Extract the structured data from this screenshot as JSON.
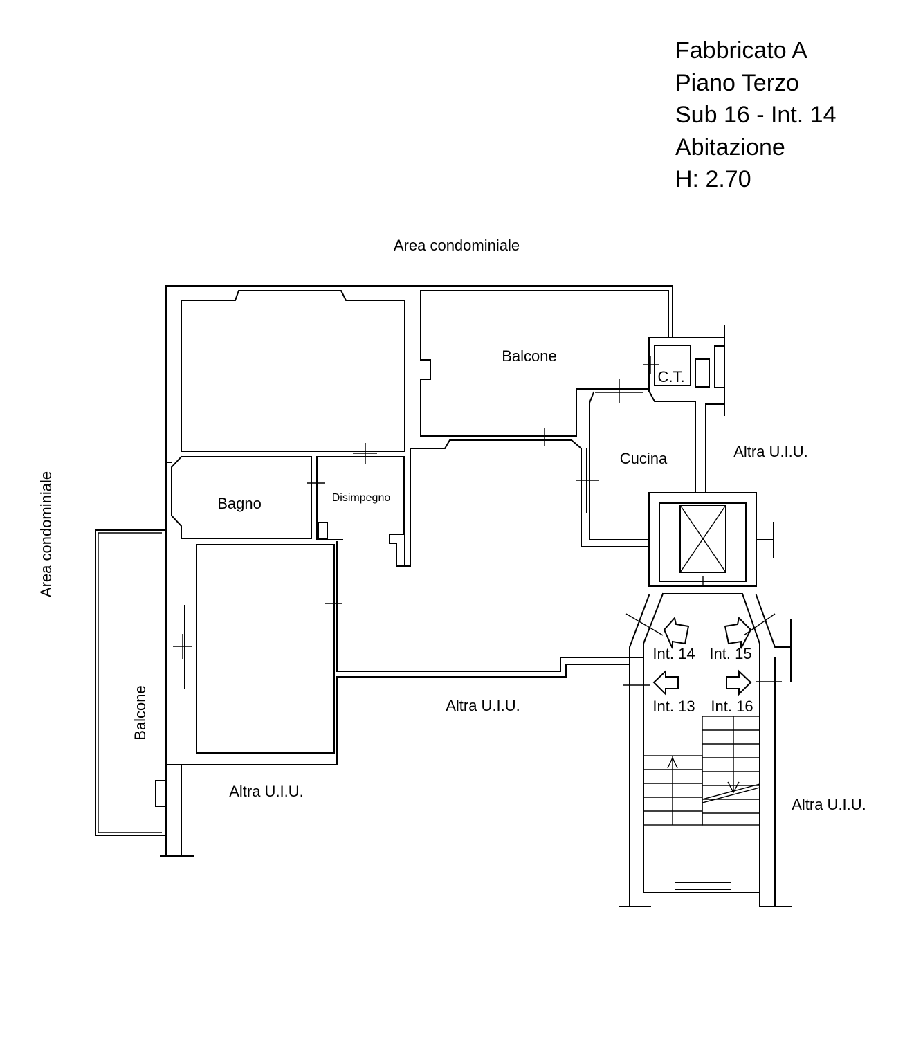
{
  "header": {
    "building": "Fabbricato A",
    "floor": "Piano Terzo",
    "unit": "Sub 16 - Int. 14",
    "use": "Abitazione",
    "height": "H: 2.70"
  },
  "labels": {
    "area_top": "Area condominiale",
    "area_left": "Area condominiale",
    "balcone_top": "Balcone",
    "balcone_left": "Balcone",
    "ct": "C.T.",
    "cucina": "Cucina",
    "bagno": "Bagno",
    "disimpegno": "Disimpegno",
    "altra_uiu_right_top": "Altra U.I.U.",
    "altra_uiu_center": "Altra U.I.U.",
    "altra_uiu_bottom_left": "Altra U.I.U.",
    "altra_uiu_right_bottom": "Altra U.I.U.",
    "int_14": "Int. 14",
    "int_15": "Int. 15",
    "int_13": "Int. 13",
    "int_16": "Int. 16"
  }
}
